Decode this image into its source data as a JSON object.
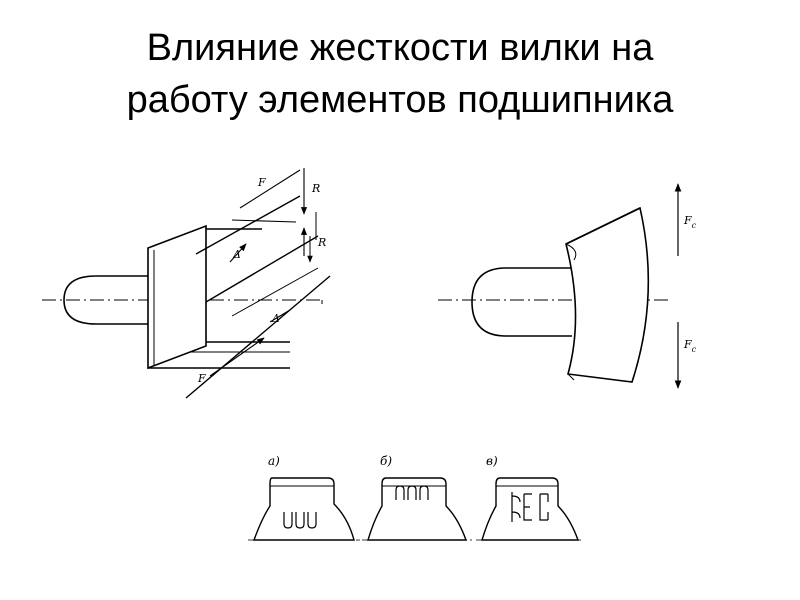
{
  "title": {
    "line1": "Влияние жесткости вилки на",
    "line2": "работу элементов подшипника"
  },
  "fig1": {
    "force_top": "F",
    "force_bottom": "F",
    "reaction_top": "R",
    "reaction_bottom": "R",
    "delta_top": "Δ",
    "delta_bottom": "Δ"
  },
  "fig2": {
    "force_top_main": "F",
    "force_top_sub": "c",
    "force_bottom_main": "F",
    "force_bottom_sub": "c"
  },
  "fig3": {
    "label_a": "а)",
    "label_b": "б)",
    "label_c": "в)"
  }
}
